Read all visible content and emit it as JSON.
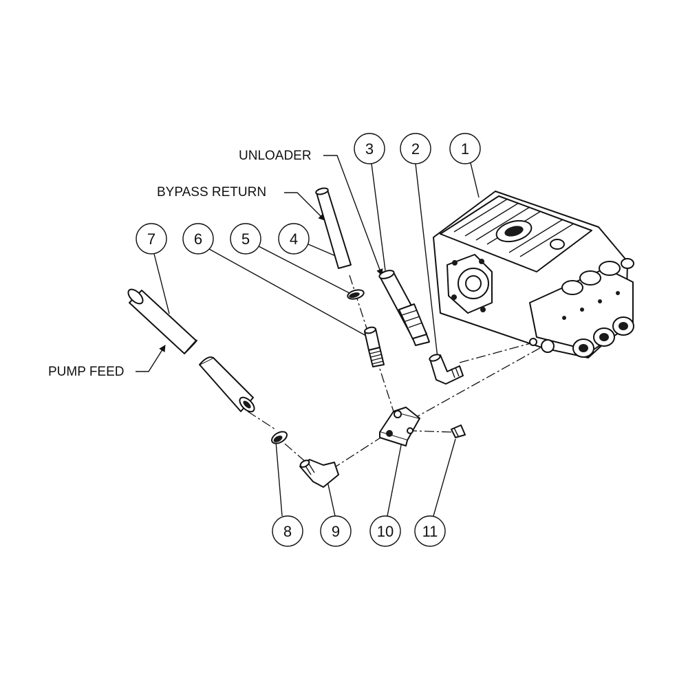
{
  "labels": {
    "unloader": "UNLOADER",
    "bypass_return": "BYPASS RETURN",
    "pump_feed": "PUMP FEED"
  },
  "callouts": [
    "1",
    "2",
    "3",
    "4",
    "5",
    "6",
    "7",
    "8",
    "9",
    "10",
    "11"
  ]
}
